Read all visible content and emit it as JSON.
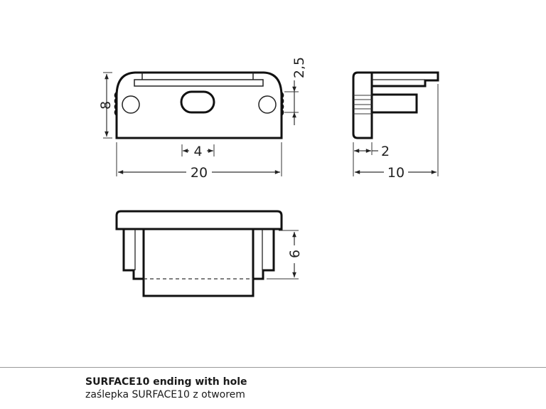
{
  "caption": {
    "title": "SURFACE10 ending with hole",
    "subtitle": "zaślepka SURFACE10 z otworem"
  },
  "front_view": {
    "dimensions": {
      "height": "8",
      "width": "20",
      "hole_width": "4",
      "side_spacing": "2,5"
    }
  },
  "side_view": {
    "dimensions": {
      "flange_thickness": "2",
      "depth": "10"
    }
  },
  "top_view": {
    "dimensions": {
      "insert_height": "6"
    }
  },
  "colors": {
    "line": "#111111",
    "dimension_line": "#333333",
    "divider": "#9a9a9a"
  }
}
